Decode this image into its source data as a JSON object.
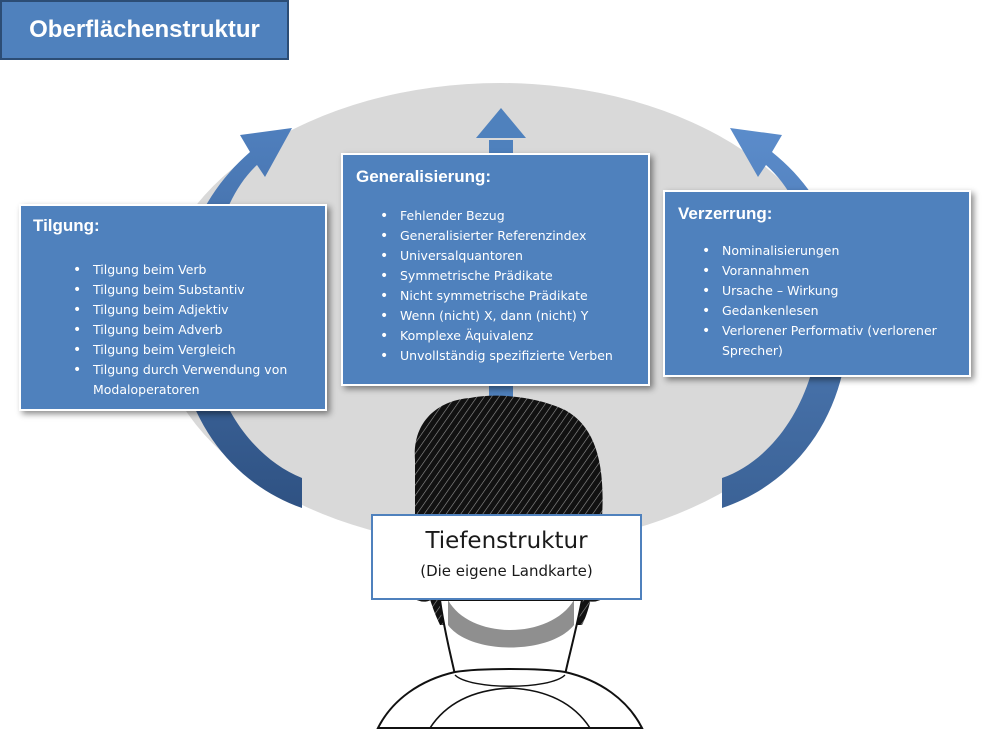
{
  "top": {
    "title": "Oberflächenstruktur"
  },
  "tilgung": {
    "heading": "Tilgung:",
    "items": [
      "Tilgung beim Verb",
      "Tilgung beim Substantiv",
      "Tilgung beim Adjektiv",
      "Tilgung beim Adverb",
      "Tilgung beim Vergleich",
      "Tilgung durch Verwendung von Modaloperatoren"
    ]
  },
  "generalisierung": {
    "heading": "Generalisierung:",
    "items": [
      "Fehlender Bezug",
      "Generalisierter Referenzindex",
      "Universalquantoren",
      "Symmetrische Prädikate",
      "Nicht symmetrische Prädikate",
      "Wenn (nicht) X, dann (nicht) Y",
      "Komplexe Äquivalenz",
      "Unvollständig spezifizierte Verben"
    ]
  },
  "verzerrung": {
    "heading": "Verzerrung:",
    "items": [
      "Nominalisierungen",
      "Vorannahmen",
      "Ursache – Wirkung",
      "Gedankenlesen",
      "Verlorener Performativ (verlorener Sprecher)"
    ]
  },
  "bottom": {
    "title": "Tiefenstruktur",
    "subtitle": "(Die eigene Landkarte)"
  },
  "colors": {
    "box_fill": "#4f81bd",
    "arrow_dark": "#3a5f8f",
    "arrow_light": "#6a93c9",
    "ellipse": "#d9d9d9"
  },
  "icons": [
    "cycle-arrow-left-icon",
    "cycle-arrow-right-icon",
    "up-arrow-icon",
    "head-illustration"
  ]
}
